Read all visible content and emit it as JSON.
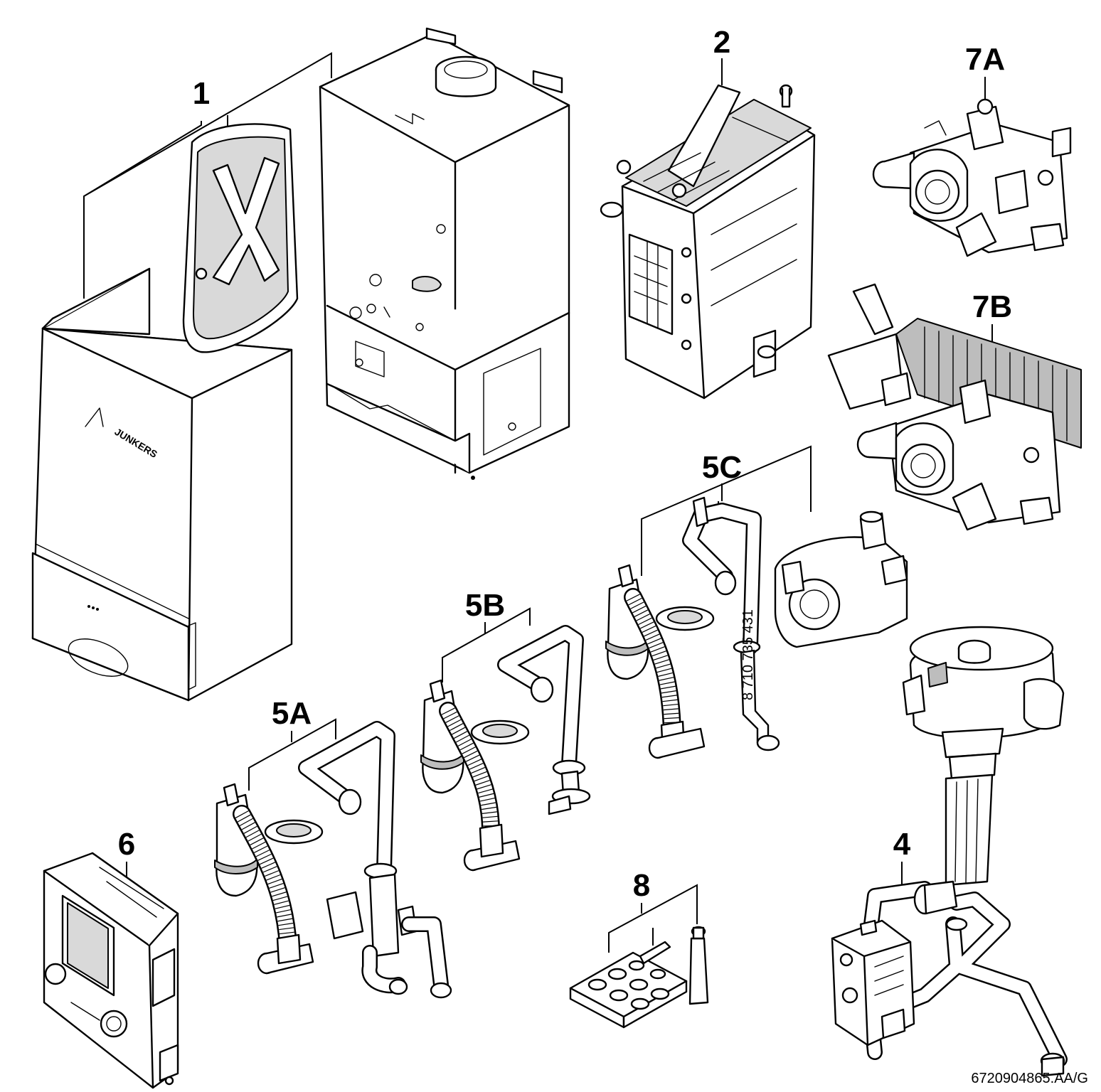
{
  "callouts": {
    "c1": "1",
    "c2": "2",
    "c7a": "7A",
    "c7b": "7B",
    "c5c": "5C",
    "c5b": "5B",
    "c5a": "5A",
    "c6": "6",
    "c4": "4",
    "c8": "8"
  },
  "brand_logo": "JUNKERS",
  "part_number": "8 710 735 431",
  "drawing_reference": "6720904865.AA/G",
  "icons": [
    "boiler-casing-icon",
    "expansion-vessel-icon",
    "frame-icon",
    "heat-exchanger-icon",
    "hydraulic-block-icon",
    "pump-icon",
    "fan-icon",
    "gas-valve-icon",
    "control-unit-icon",
    "seal-kit-icon",
    "grease-tube-icon",
    "siphon-icon",
    "pipe-icon"
  ]
}
